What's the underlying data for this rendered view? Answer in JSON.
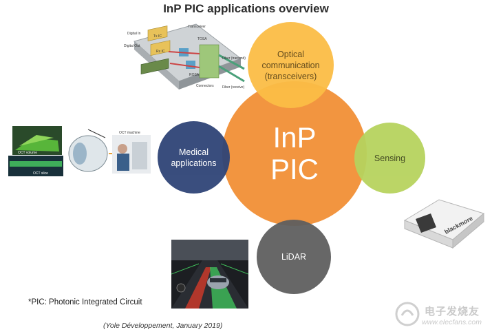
{
  "title": "InP PIC applications overview",
  "circles": {
    "main": "InP\nPIC",
    "optical": "Optical\ncommunication\n(transceivers)",
    "sensing": "Sensing",
    "medical": "Medical\napplications",
    "lidar": "LiDAR"
  },
  "footnote": "*PIC: Photonic Integrated Circuit",
  "source": "(Yole Développement, January 2019)",
  "transceiver_labels": {
    "top": "Transceiver",
    "digital_in": "Digital In",
    "digital_out": "Digital Out",
    "tx_ic": "Tx IC",
    "rx_ic": "Rx IC",
    "tosa": "TOSA",
    "rosa": "ROSA",
    "connectors": "Connectors",
    "fiber_transmit": "Fiber (transmit)",
    "fiber_receive": "Fiber (receive)"
  },
  "oct_labels": {
    "volume": "OCT volume",
    "slice": "OCT slice",
    "machine": "OCT machine"
  },
  "product_brand": "blackmore",
  "watermark": {
    "text": "电子发烧友",
    "url": "www.elecfans.com"
  },
  "colors": {
    "main": "#f2923a",
    "optical": "#fbbd46",
    "sensing": "#b7d35e",
    "medical": "#2f4477",
    "lidar": "#5f5f5f"
  }
}
